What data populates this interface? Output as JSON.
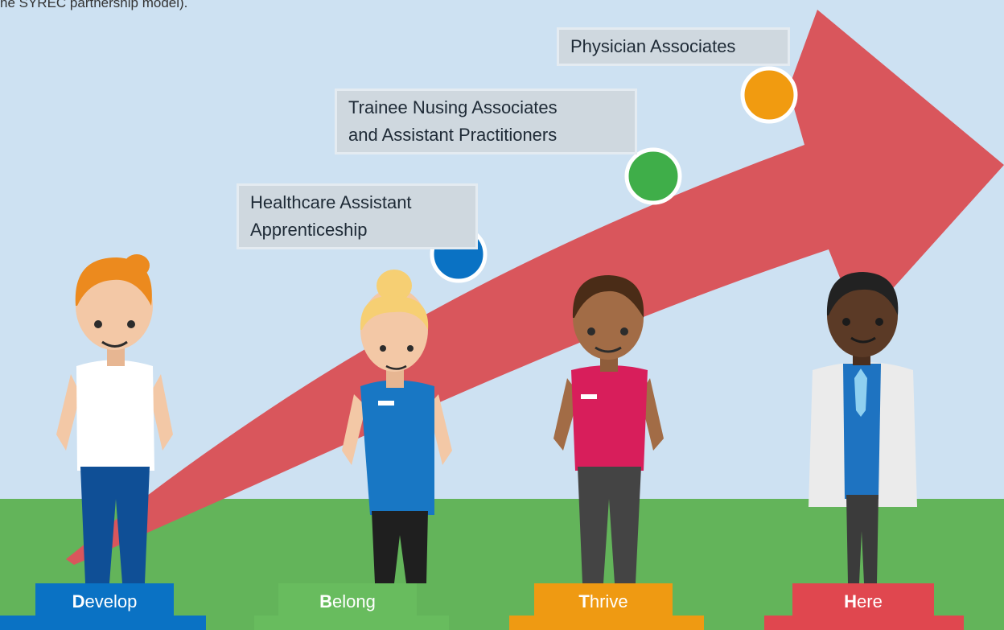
{
  "intro_text": "he SYREC partnership model).",
  "colors": {
    "sky": "#cde1f2",
    "grass": "#63b45a",
    "arrow": "#d9565c",
    "develop": "#0a72c4",
    "belong": "#68bc5e",
    "thrive": "#ef9a12",
    "here": "#e0474f"
  },
  "labels": {
    "physician": "Physician Associates",
    "trainee_line1": "Trainee Nusing Associates",
    "trainee_line2": "and Assistant Practitioners",
    "healthcare_line1": "Healthcare Assistant",
    "healthcare_line2": "Apprenticeship"
  },
  "milestone_colors": {
    "healthcare": "#0a72c4",
    "trainee": "#3fae49",
    "physician": "#f19b10"
  },
  "steps": {
    "develop": {
      "initial": "D",
      "rest": "evelop"
    },
    "belong": {
      "initial": "B",
      "rest": "elong"
    },
    "thrive": {
      "initial": "T",
      "rest": "hrive"
    },
    "here": {
      "initial": "H",
      "rest": "ere"
    }
  },
  "characters": [
    {
      "name": "develop-person",
      "shirt": "#ffffff",
      "trousers": "#0f4f96",
      "hair": "#ec8a1e",
      "skin": "#f3c8a6"
    },
    {
      "name": "belong-person",
      "shirt": "#1877c4",
      "trousers": "#1f1f1f",
      "hair": "#f6cf73",
      "skin": "#f3c8a6"
    },
    {
      "name": "thrive-person",
      "shirt": "#d81e5b",
      "trousers": "#444444",
      "hair": "#4a2c17",
      "skin": "#a26c46"
    },
    {
      "name": "here-person",
      "shirt": "#1e73c1",
      "trousers": "#3b3b3b",
      "hair": "#222222",
      "skin": "#5b3a26",
      "coat": "#ebebeb"
    }
  ]
}
